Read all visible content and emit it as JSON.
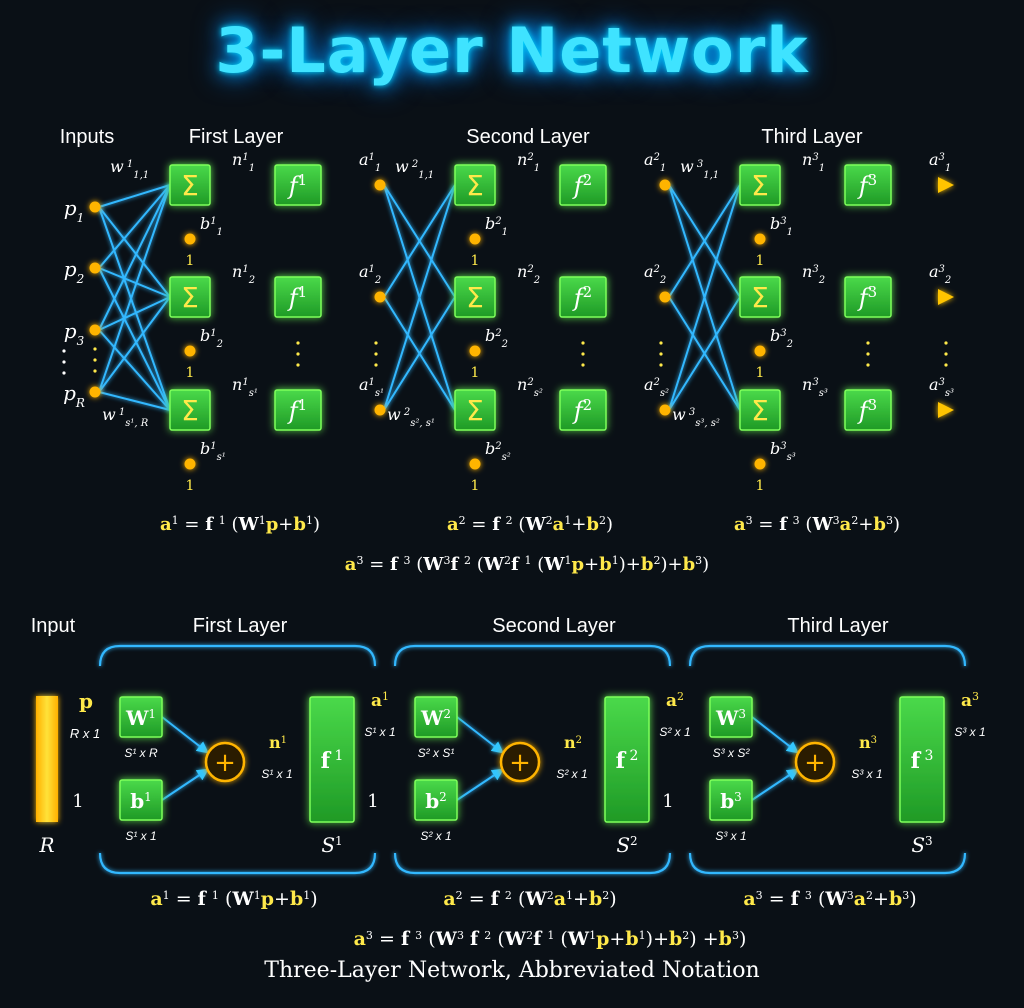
{
  "title": "3-Layer Network",
  "top": {
    "inputs_label": "Inputs",
    "layer_labels": [
      "First Layer",
      "Second Layer",
      "Third Layer"
    ],
    "inputs": [
      {
        "sym": "p",
        "sub": "1"
      },
      {
        "sym": "p",
        "sub": "2"
      },
      {
        "sym": "p",
        "sub": "3"
      },
      {
        "sym": "p",
        "sub": "R"
      }
    ],
    "sum_symbol": "Σ",
    "layers": [
      {
        "f": "f",
        "sup": "1",
        "w_top": {
          "sym": "w",
          "sup": "1",
          "sub": "1,1"
        },
        "w_bot": {
          "sym": "w",
          "sup": "1",
          "sub": "s¹, R"
        },
        "rows": [
          {
            "n": "1",
            "nsub": "1",
            "a": "1",
            "asub": "1",
            "b": "1",
            "bsub": "1"
          },
          {
            "n": "1",
            "nsub": "2",
            "a": "1",
            "asub": "2",
            "b": "1",
            "bsub": "2"
          },
          {
            "n": "1",
            "nsub": "s¹",
            "a": "1",
            "asub": "s¹",
            "b": "1",
            "bsub": "s¹"
          }
        ]
      },
      {
        "f": "f",
        "sup": "2",
        "w_top": {
          "sym": "w",
          "sup": "2",
          "sub": "1,1"
        },
        "w_bot": {
          "sym": "w",
          "sup": "2",
          "sub": "s², s¹"
        },
        "rows": [
          {
            "n": "2",
            "nsub": "1",
            "a": "2",
            "asub": "1",
            "b": "2",
            "bsub": "1"
          },
          {
            "n": "2",
            "nsub": "2",
            "a": "2",
            "asub": "2",
            "b": "2",
            "bsub": "2"
          },
          {
            "n": "2",
            "nsub": "s²",
            "a": "2",
            "asub": "s²",
            "b": "2",
            "bsub": "s²"
          }
        ]
      },
      {
        "f": "f",
        "sup": "3",
        "w_top": {
          "sym": "w",
          "sup": "3",
          "sub": "1,1"
        },
        "w_bot": {
          "sym": "w",
          "sup": "3",
          "sub": "s³, s²"
        },
        "rows": [
          {
            "n": "3",
            "nsub": "1",
            "a": "3",
            "asub": "1",
            "b": "3",
            "bsub": "1"
          },
          {
            "n": "3",
            "nsub": "2",
            "a": "3",
            "asub": "2",
            "b": "3",
            "bsub": "2"
          },
          {
            "n": "3",
            "nsub": "s³",
            "a": "3",
            "asub": "s³",
            "b": "3",
            "bsub": "s³"
          }
        ]
      }
    ],
    "bias_one": "1",
    "layer_equations": [
      "a¹ = f ¹ (W¹p+b¹)",
      "a² = f ² (W²a¹+b²)",
      "a³ = f ³ (W³a²+b³)"
    ],
    "combined_equation": "a³ = f ³ (W³f ² (W²f ¹ (W¹p+b¹)+b²)+b³)"
  },
  "bottom": {
    "input_label": "Input",
    "layer_labels": [
      "First Layer",
      "Second Layer",
      "Third Layer"
    ],
    "input_bar_label": "R",
    "p_label": "p",
    "p_dim": "R x 1",
    "one_label": "1",
    "plus_symbol": "+",
    "layers": [
      {
        "W": "W",
        "Wsup": "1",
        "Wdim": "S¹ x R",
        "b": "b",
        "bsup": "1",
        "bdim": "S¹ x 1",
        "n": "n",
        "nsup": "1",
        "ndim": "S¹ x 1",
        "f": "f",
        "fsup": "1",
        "S": "S",
        "Ssup": "1",
        "a": "a",
        "asup": "1",
        "adim": "S¹ x 1"
      },
      {
        "W": "W",
        "Wsup": "2",
        "Wdim": "S² x S¹",
        "b": "b",
        "bsup": "2",
        "bdim": "S² x 1",
        "n": "n",
        "nsup": "2",
        "ndim": "S² x 1",
        "f": "f",
        "fsup": "2",
        "S": "S",
        "Ssup": "2",
        "a": "a",
        "asup": "2",
        "adim": "S² x 1"
      },
      {
        "W": "W",
        "Wsup": "3",
        "Wdim": "S³ x S²",
        "b": "b",
        "bsup": "3",
        "bdim": "S³ x 1",
        "n": "n",
        "nsup": "3",
        "ndim": "S³ x 1",
        "f": "f",
        "fsup": "3",
        "S": "S",
        "Ssup": "3",
        "a": "a",
        "asup": "3",
        "adim": "S³ x 1"
      }
    ],
    "layer_equations": [
      "a¹ = f ¹ (W¹p+b¹)",
      "a² = f ² (W²a¹+b²)",
      "a³ = f ³ (W³a²+b³)"
    ],
    "combined_equation": "a³ = f ³ (W³ f ² (W²f ¹ (W¹p+b¹)+b²) +b³)",
    "caption": "Three-Layer Network, Abbreviated Notation"
  },
  "colors": {
    "background": "#0a1016",
    "title": "#3fe3ff",
    "line": "#33b8ff",
    "box_fill": "#2fb52f",
    "box_stroke": "#7dff5a",
    "node": "#ffb400",
    "text_white": "#ffffff",
    "text_yellow": "#ffe94a",
    "output_arrow": "#ffc400"
  }
}
